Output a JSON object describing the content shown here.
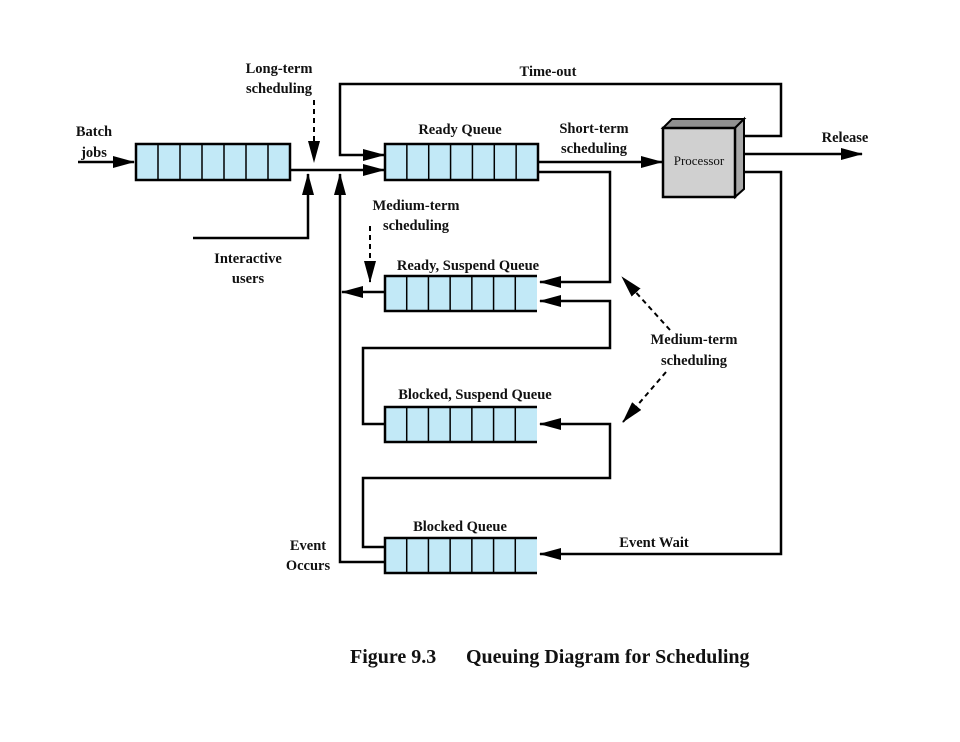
{
  "figure": {
    "caption_number": "Figure 9.3",
    "caption_title": "Queuing Diagram for Scheduling"
  },
  "colors": {
    "queue_fill": "#c2e9f7",
    "processor_front": "#d0d0d0",
    "processor_top": "#909090",
    "processor_side": "#a8a8a8",
    "line": "#000000"
  },
  "queues": {
    "batch": {
      "label": "",
      "cells": 7
    },
    "ready": {
      "label": "Ready Queue",
      "cells": 7
    },
    "ready_suspend": {
      "label": "Ready, Suspend Queue",
      "cells": 7
    },
    "blocked_suspend": {
      "label": "Blocked, Suspend Queue",
      "cells": 7
    },
    "blocked": {
      "label": "Blocked Queue",
      "cells": 7
    }
  },
  "processor": {
    "label": "Processor"
  },
  "labels": {
    "batch_jobs": [
      "Batch",
      "jobs"
    ],
    "long_term": [
      "Long-term",
      "scheduling"
    ],
    "interactive_users": [
      "Interactive",
      "users"
    ],
    "time_out": "Time-out",
    "short_term": [
      "Short-term",
      "scheduling"
    ],
    "release": "Release",
    "medium_term_left": [
      "Medium-term",
      "scheduling"
    ],
    "medium_term_right": [
      "Medium-term",
      "scheduling"
    ],
    "event_wait": "Event Wait",
    "event_occurs": [
      "Event",
      "Occurs"
    ]
  }
}
